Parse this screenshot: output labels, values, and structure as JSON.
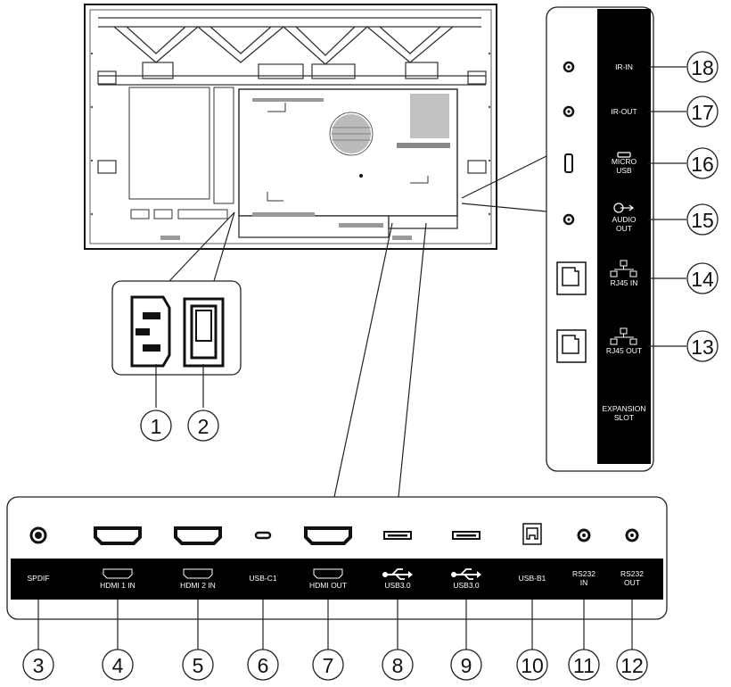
{
  "bottom_panel": {
    "ports": [
      {
        "label": "SPDIF",
        "number": "3",
        "icon": "spdif-jack-icon"
      },
      {
        "label": "HDMI 1 IN",
        "number": "4",
        "icon": "hdmi-port-icon"
      },
      {
        "label": "HDMI 2 IN",
        "number": "5",
        "icon": "hdmi-port-icon"
      },
      {
        "label": "USB-C1",
        "number": "6",
        "icon": "usb-c-port-icon"
      },
      {
        "label": "HDMI OUT",
        "number": "7",
        "icon": "hdmi-port-icon"
      },
      {
        "label": "USB3.0",
        "number": "8",
        "icon": "usb-a-port-icon"
      },
      {
        "label": "USB3.0",
        "number": "9",
        "icon": "usb-a-port-icon"
      },
      {
        "label": "USB-B1",
        "number": "10",
        "icon": "usb-b-port-icon"
      },
      {
        "label": "RS232",
        "label2": "IN",
        "number": "11",
        "icon": "rs232-jack-icon"
      },
      {
        "label": "RS232",
        "label2": "OUT",
        "number": "12",
        "icon": "rs232-jack-icon"
      }
    ]
  },
  "side_panel": {
    "ports": [
      {
        "label": "IR-IN",
        "number": "18",
        "icon": "ir-jack-icon"
      },
      {
        "label": "IR-OUT",
        "number": "17",
        "icon": "ir-jack-icon"
      },
      {
        "label": "MICRO",
        "label2": "USB",
        "number": "16",
        "icon": "micro-usb-port-icon"
      },
      {
        "label": "AUDIO",
        "label2": "OUT",
        "number": "15",
        "icon": "audio-out-jack-icon"
      },
      {
        "label": "RJ45 IN",
        "number": "14",
        "icon": "rj45-port-icon"
      },
      {
        "label": "RJ45 OUT",
        "number": "13",
        "icon": "rj45-port-icon"
      }
    ],
    "expansion": {
      "line1": "EXPANSION",
      "line2": "SLOT"
    }
  },
  "power": {
    "ac_inlet_number": "1",
    "power_switch_number": "2"
  }
}
